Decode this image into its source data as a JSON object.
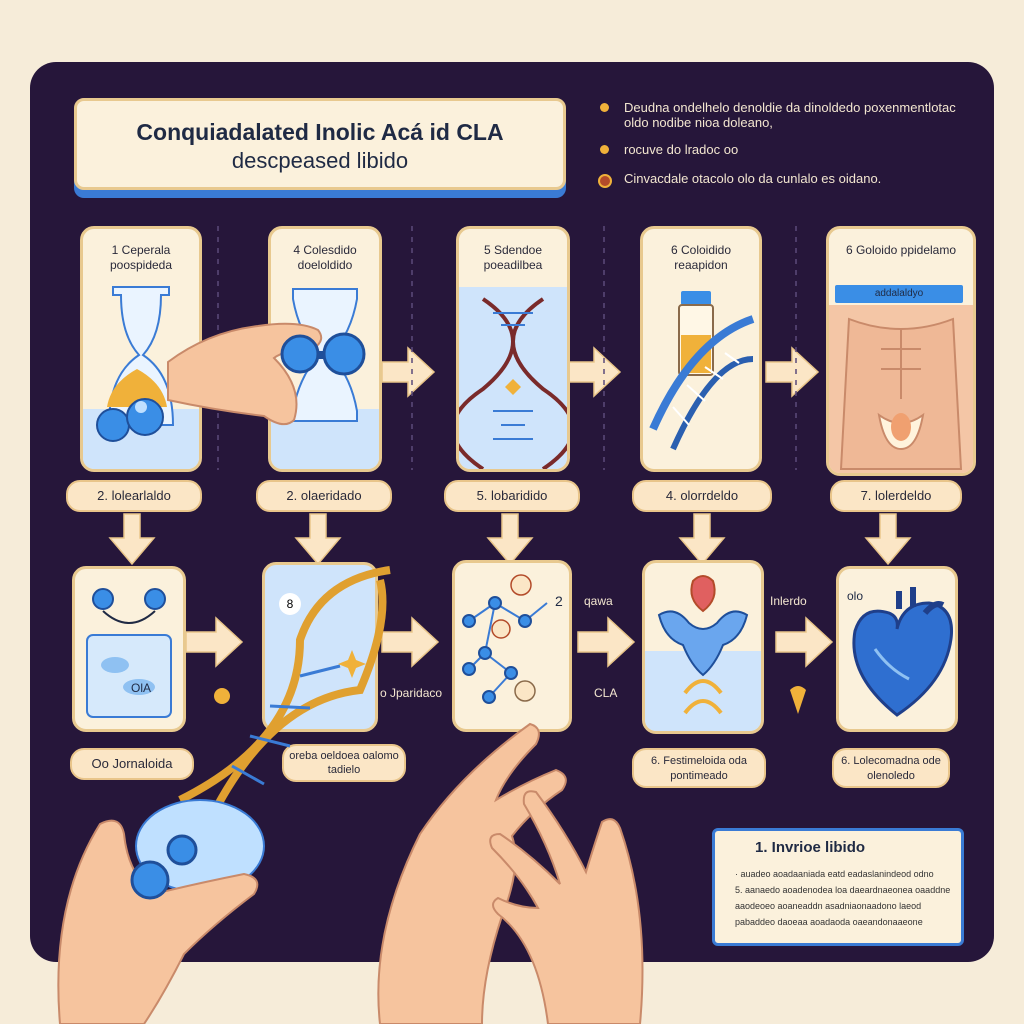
{
  "title": {
    "line1": "Conquiadalated Inolic Acá id CLA",
    "line2": "descpeased libido"
  },
  "bullets": [
    {
      "text": "Deudna ondelhelo denoldie da dinoldedo poxenmentlotac oldo nodibe nioa doleano,",
      "marker": "dot"
    },
    {
      "text": "rocuve do lradoc oo",
      "marker": "dot"
    },
    {
      "text": "Cinvacdale otacolo olo da cunlalo es oidano.",
      "marker": "ring"
    }
  ],
  "top_cards": [
    {
      "label": "1 Ceperala poospideda",
      "icon": "flask-molecule-icon"
    },
    {
      "label": "4 Colesdido doeloldido",
      "icon": "hourglass-flask-icon"
    },
    {
      "label": "5 Sdendoe poeadilbea",
      "icon": "dna-strand-icon"
    },
    {
      "label": "6 Coloidido reaapidon",
      "icon": "vial-dna-icon"
    },
    {
      "label": "6 Goloido ppidelamo",
      "icon": "torso-icon",
      "banner": "addalaldyo"
    }
  ],
  "mid_tags": [
    "2. lolearlaldo",
    "2. olaeridado",
    "5. lobaridido",
    "4. olorrdeldo",
    "7. lolerdeldo"
  ],
  "bottom_cards": [
    {
      "label": "",
      "icon": "beaker-molecules-icon",
      "inner": "OlA"
    },
    {
      "label": "",
      "icon": "dna-helix-icon",
      "inner": "8"
    },
    {
      "label": "",
      "icon": "molecule-network-icon",
      "inner": "2"
    },
    {
      "label": "",
      "icon": "reproductive-organ-icon",
      "inner": ""
    },
    {
      "label": "",
      "icon": "heart-icon",
      "inner": "olo"
    }
  ],
  "bottom_tags": [
    "Oo Jornaloida",
    "oreba oeldoea oalomo tadielo",
    "6. Festimeloida oda pontimeado",
    "6. Lolecomadna ode olenoledo"
  ],
  "stray_labels": [
    "o Jparidaco",
    "CLA",
    "qawa",
    "Inlerdo"
  ],
  "note": {
    "title": "1.   Invrioe libido",
    "lines": [
      "· auadeo aoadaaniada eatd eadaslanindeod odno",
      "5. aanaedo aoadenodea loa daeardnaeonea oaaddne",
      "aaodeoeo aoaneaddn asadniaonaadono laeod",
      "pabaddeo daoeaa aoadaoda oaeandonaaeone"
    ]
  },
  "colors": {
    "board": "#26163a",
    "card": "#fbf1dc",
    "accent": "#3a7bd5",
    "gold": "#f0b13a",
    "arrow": "#fbe6c6"
  }
}
